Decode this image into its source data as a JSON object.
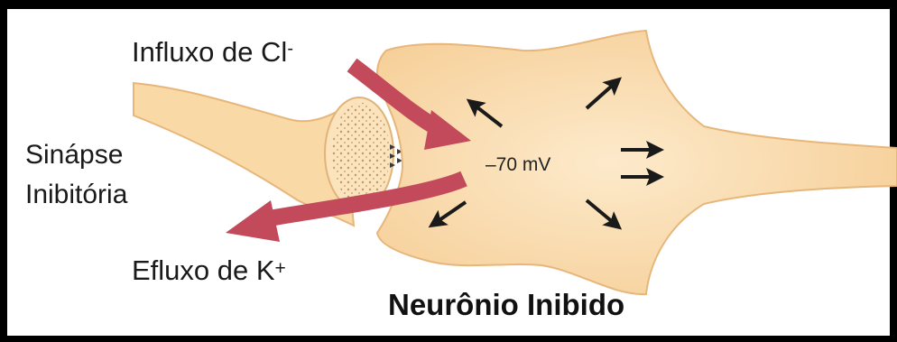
{
  "labels": {
    "chloride_influx": "Influxo de Cl",
    "chloride_sign": "-",
    "synapse_line1": "Sinápse",
    "synapse_line2": "Inibitória",
    "potassium_efflux": "Efluxo de K",
    "potassium_sign": "+",
    "membrane_potential": "–70 mV",
    "neuron_title": "Neurônio Inibido"
  },
  "colors": {
    "background": "#000000",
    "panel": "#ffffff",
    "neuron_fill": "#f9d9a5",
    "neuron_outline": "#e7b67a",
    "ion_arrow": "#c24a5b",
    "small_arrow": "#1a1a1a",
    "text": "#1a1a1a"
  }
}
